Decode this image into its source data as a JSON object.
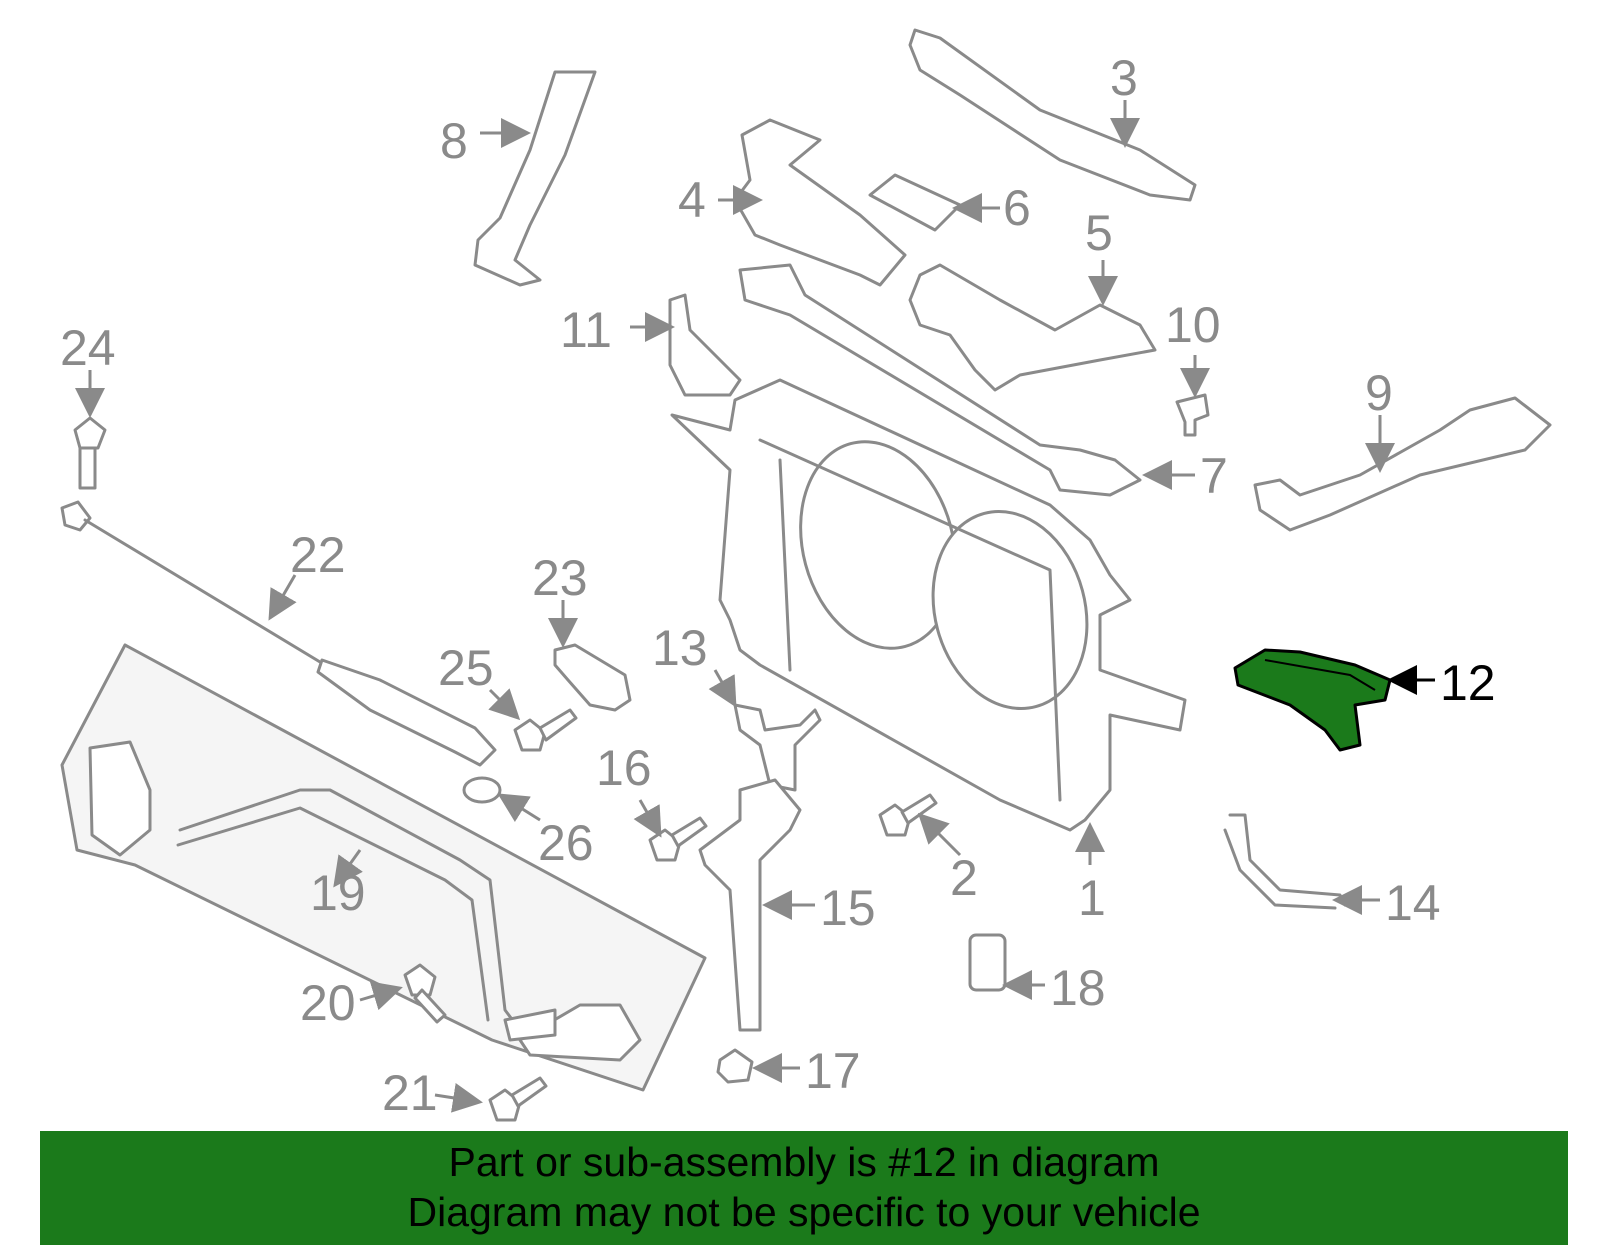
{
  "callouts": [
    {
      "id": "1",
      "label": "1"
    },
    {
      "id": "2",
      "label": "2"
    },
    {
      "id": "3",
      "label": "3"
    },
    {
      "id": "4",
      "label": "4"
    },
    {
      "id": "5",
      "label": "5"
    },
    {
      "id": "6",
      "label": "6"
    },
    {
      "id": "7",
      "label": "7"
    },
    {
      "id": "8",
      "label": "8"
    },
    {
      "id": "9",
      "label": "9"
    },
    {
      "id": "10",
      "label": "10"
    },
    {
      "id": "11",
      "label": "11"
    },
    {
      "id": "12",
      "label": "12"
    },
    {
      "id": "13",
      "label": "13"
    },
    {
      "id": "14",
      "label": "14"
    },
    {
      "id": "15",
      "label": "15"
    },
    {
      "id": "16",
      "label": "16"
    },
    {
      "id": "17",
      "label": "17"
    },
    {
      "id": "18",
      "label": "18"
    },
    {
      "id": "19",
      "label": "19"
    },
    {
      "id": "20",
      "label": "20"
    },
    {
      "id": "21",
      "label": "21"
    },
    {
      "id": "22",
      "label": "22"
    },
    {
      "id": "23",
      "label": "23"
    },
    {
      "id": "24",
      "label": "24"
    },
    {
      "id": "25",
      "label": "25"
    },
    {
      "id": "26",
      "label": "26"
    }
  ],
  "highlighted_part": "12",
  "colors": {
    "highlight_fill": "#1b7a1b",
    "footer_bg": "#1b7a1b",
    "line_gray": "#8a8a8a"
  },
  "footer": {
    "line1": "Part or sub-assembly is #12 in diagram",
    "line2": "Diagram may not be specific to your vehicle"
  }
}
